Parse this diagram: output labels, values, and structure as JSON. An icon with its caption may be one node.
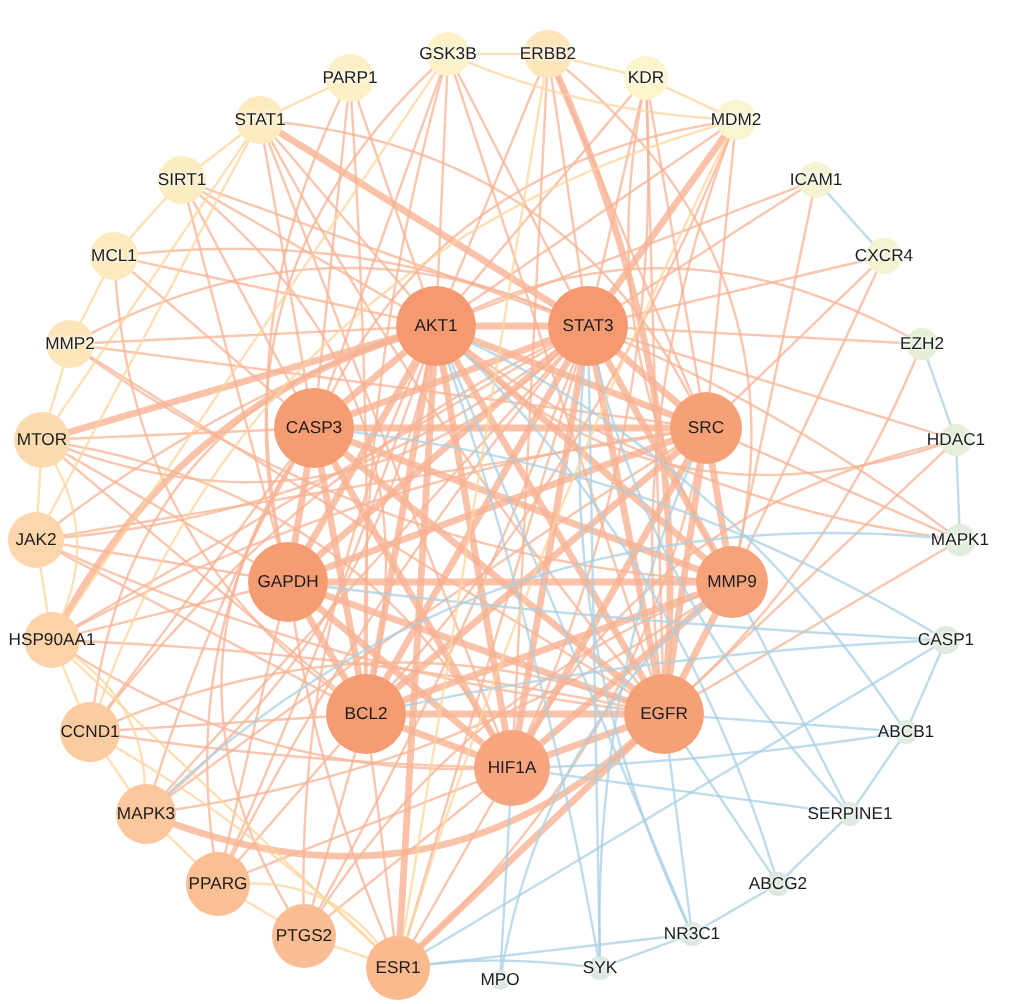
{
  "diagram": {
    "nodes": [
      {
        "text": [
          "GSK3B"
        ]
      },
      {
        "text": [
          "ERBB2"
        ]
      },
      {
        "text": [
          "KDR"
        ]
      },
      {
        "text": [
          "MDM2"
        ]
      },
      {
        "text": [
          "ICAM1"
        ]
      },
      {
        "text": [
          "CXCR4"
        ]
      },
      {
        "text": [
          "EZH2"
        ]
      },
      {
        "text": [
          "HDAC1"
        ]
      },
      {
        "text": [
          "MAPK1"
        ]
      },
      {
        "text": [
          "CASP1"
        ]
      },
      {
        "text": [
          "ABCB1"
        ]
      },
      {
        "text": [
          "SERPINE1"
        ]
      },
      {
        "text": [
          "ABCG2"
        ]
      },
      {
        "text": [
          "NR3C1"
        ]
      },
      {
        "text": [
          "SYK"
        ]
      },
      {
        "text": [
          "MPO"
        ]
      },
      {
        "text": [
          "ESR1"
        ]
      },
      {
        "text": [
          "PTGS2"
        ]
      },
      {
        "text": [
          "PPARG"
        ]
      },
      {
        "text": [
          "MAPK3"
        ]
      },
      {
        "text": [
          "CCND1"
        ]
      },
      {
        "text": [
          "HSP90AA1"
        ]
      },
      {
        "text": [
          "JAK2"
        ]
      },
      {
        "text": [
          "MTOR"
        ]
      },
      {
        "text": [
          "MMP2"
        ]
      },
      {
        "text": [
          "MCL1"
        ]
      },
      {
        "text": [
          "SIRT1"
        ]
      },
      {
        "text": [
          "STAT1"
        ]
      },
      {
        "text": [
          "PARP1"
        ]
      },
      {
        "text": [
          "AKT1"
        ]
      },
      {
        "text": [
          "STAT3"
        ]
      },
      {
        "text": [
          "CASP3"
        ]
      },
      {
        "text": [
          "SRC"
        ]
      },
      {
        "text": [
          "GAPDH"
        ]
      },
      {
        "text": [
          "MMP9"
        ]
      },
      {
        "text": [
          "BCL2"
        ]
      },
      {
        "text": [
          "EGFR"
        ]
      },
      {
        "text": [
          "HIF1A"
        ]
      }
    ],
    "edges": [
      {
        "from": 29,
        "to": 30,
        "arrow": "none",
        "style": "thick"
      },
      {
        "from": 29,
        "to": 31,
        "arrow": "none",
        "style": "thick"
      },
      {
        "from": 29,
        "to": 32,
        "arrow": "none",
        "style": "thick"
      },
      {
        "from": 29,
        "to": 33,
        "arrow": "none",
        "style": "thick"
      },
      {
        "from": 29,
        "to": 34,
        "arrow": "none",
        "style": "thick"
      },
      {
        "from": 29,
        "to": 35,
        "arrow": "none",
        "style": "thick"
      },
      {
        "from": 29,
        "to": 36,
        "arrow": "none",
        "style": "thick"
      },
      {
        "from": 29,
        "to": 37,
        "arrow": "none",
        "style": "thick"
      },
      {
        "from": 30,
        "to": 31,
        "arrow": "none",
        "style": "thick"
      },
      {
        "from": 30,
        "to": 32,
        "arrow": "none",
        "style": "thick"
      },
      {
        "from": 30,
        "to": 33,
        "arrow": "none",
        "style": "thick"
      },
      {
        "from": 30,
        "to": 34,
        "arrow": "none",
        "style": "thick"
      },
      {
        "from": 30,
        "to": 35,
        "arrow": "none",
        "style": "thick"
      },
      {
        "from": 30,
        "to": 36,
        "arrow": "none",
        "style": "thick"
      },
      {
        "from": 30,
        "to": 37,
        "arrow": "none",
        "style": "thick"
      },
      {
        "from": 31,
        "to": 32,
        "arrow": "none",
        "style": "thick"
      },
      {
        "from": 31,
        "to": 33,
        "arrow": "none",
        "style": "thick"
      },
      {
        "from": 31,
        "to": 34,
        "arrow": "none",
        "style": "thick"
      },
      {
        "from": 31,
        "to": 35,
        "arrow": "none",
        "style": "thick"
      },
      {
        "from": 31,
        "to": 36,
        "arrow": "none",
        "style": "thick"
      },
      {
        "from": 31,
        "to": 37,
        "arrow": "none",
        "style": "thick"
      },
      {
        "from": 32,
        "to": 33,
        "arrow": "none",
        "style": "thick"
      },
      {
        "from": 32,
        "to": 34,
        "arrow": "none",
        "style": "thick"
      },
      {
        "from": 32,
        "to": 35,
        "arrow": "none",
        "style": "thick"
      },
      {
        "from": 32,
        "to": 36,
        "arrow": "none",
        "style": "thick"
      },
      {
        "from": 32,
        "to": 37,
        "arrow": "none",
        "style": "thick"
      },
      {
        "from": 33,
        "to": 34,
        "arrow": "none",
        "style": "thick"
      },
      {
        "from": 33,
        "to": 35,
        "arrow": "none",
        "style": "thick"
      },
      {
        "from": 33,
        "to": 36,
        "arrow": "none",
        "style": "thick"
      },
      {
        "from": 33,
        "to": 37,
        "arrow": "none",
        "style": "thick"
      },
      {
        "from": 34,
        "to": 35,
        "arrow": "none",
        "style": "thick"
      },
      {
        "from": 34,
        "to": 36,
        "arrow": "none",
        "style": "thick"
      },
      {
        "from": 34,
        "to": 37,
        "arrow": "none",
        "style": "thick"
      },
      {
        "from": 35,
        "to": 36,
        "arrow": "none",
        "style": "thick"
      },
      {
        "from": 35,
        "to": 37,
        "arrow": "none",
        "style": "thick"
      },
      {
        "from": 36,
        "to": 37,
        "arrow": "none",
        "style": "thick"
      },
      {
        "from": 0,
        "to": 29,
        "arrow": "none"
      },
      {
        "from": 0,
        "to": 30,
        "arrow": "none"
      },
      {
        "from": 0,
        "to": 31,
        "arrow": "none"
      },
      {
        "from": 0,
        "to": 33,
        "arrow": "none"
      },
      {
        "from": 0,
        "to": 35,
        "arrow": "none"
      },
      {
        "from": 0,
        "to": 36,
        "arrow": "none"
      },
      {
        "from": 1,
        "to": 29,
        "arrow": "none"
      },
      {
        "from": 1,
        "to": 30,
        "arrow": "none"
      },
      {
        "from": 1,
        "to": 32,
        "arrow": "none"
      },
      {
        "from": 1,
        "to": 34,
        "arrow": "none"
      },
      {
        "from": 1,
        "to": 36,
        "arrow": "none",
        "style": "thick"
      },
      {
        "from": 1,
        "to": 37,
        "arrow": "none"
      },
      {
        "from": 2,
        "to": 29,
        "arrow": "none"
      },
      {
        "from": 2,
        "to": 30,
        "arrow": "none"
      },
      {
        "from": 2,
        "to": 32,
        "arrow": "none"
      },
      {
        "from": 2,
        "to": 34,
        "arrow": "none"
      },
      {
        "from": 2,
        "to": 36,
        "arrow": "none"
      },
      {
        "from": 2,
        "to": 37,
        "arrow": "none"
      },
      {
        "from": 3,
        "to": 29,
        "arrow": "none"
      },
      {
        "from": 3,
        "to": 30,
        "arrow": "none",
        "style": "thick"
      },
      {
        "from": 3,
        "to": 31,
        "arrow": "none"
      },
      {
        "from": 3,
        "to": 32,
        "arrow": "none"
      },
      {
        "from": 3,
        "to": 35,
        "arrow": "none"
      },
      {
        "from": 3,
        "to": 36,
        "arrow": "none"
      },
      {
        "from": 16,
        "to": 29,
        "arrow": "none",
        "style": "thick"
      },
      {
        "from": 16,
        "to": 30,
        "arrow": "none"
      },
      {
        "from": 16,
        "to": 32,
        "arrow": "none"
      },
      {
        "from": 16,
        "to": 33,
        "arrow": "none"
      },
      {
        "from": 16,
        "to": 35,
        "arrow": "none"
      },
      {
        "from": 16,
        "to": 36,
        "arrow": "none",
        "style": "thick"
      },
      {
        "from": 16,
        "to": 37,
        "arrow": "none"
      },
      {
        "from": 17,
        "to": 29,
        "arrow": "none"
      },
      {
        "from": 17,
        "to": 30,
        "arrow": "none"
      },
      {
        "from": 17,
        "to": 31,
        "arrow": "none"
      },
      {
        "from": 17,
        "to": 34,
        "arrow": "none"
      },
      {
        "from": 17,
        "to": 35,
        "arrow": "none"
      },
      {
        "from": 17,
        "to": 37,
        "arrow": "none"
      },
      {
        "from": 18,
        "to": 29,
        "arrow": "none"
      },
      {
        "from": 18,
        "to": 30,
        "arrow": "none"
      },
      {
        "from": 18,
        "to": 31,
        "arrow": "none"
      },
      {
        "from": 18,
        "to": 33,
        "arrow": "none"
      },
      {
        "from": 18,
        "to": 35,
        "arrow": "none"
      },
      {
        "from": 18,
        "to": 37,
        "arrow": "none"
      },
      {
        "from": 19,
        "to": 29,
        "arrow": "none"
      },
      {
        "from": 19,
        "to": 30,
        "arrow": "none"
      },
      {
        "from": 19,
        "to": 31,
        "arrow": "none"
      },
      {
        "from": 19,
        "to": 32,
        "arrow": "none"
      },
      {
        "from": 19,
        "to": 34,
        "arrow": "none"
      },
      {
        "from": 19,
        "to": 36,
        "arrow": "none",
        "style": "thick"
      },
      {
        "from": 20,
        "to": 29,
        "arrow": "none"
      },
      {
        "from": 20,
        "to": 30,
        "arrow": "none"
      },
      {
        "from": 20,
        "to": 31,
        "arrow": "none"
      },
      {
        "from": 20,
        "to": 35,
        "arrow": "none"
      },
      {
        "from": 20,
        "to": 36,
        "arrow": "none"
      },
      {
        "from": 20,
        "to": 37,
        "arrow": "none"
      },
      {
        "from": 21,
        "to": 29,
        "arrow": "none",
        "style": "thick"
      },
      {
        "from": 21,
        "to": 30,
        "arrow": "none"
      },
      {
        "from": 21,
        "to": 32,
        "arrow": "none"
      },
      {
        "from": 21,
        "to": 33,
        "arrow": "none"
      },
      {
        "from": 21,
        "to": 36,
        "arrow": "none"
      },
      {
        "from": 21,
        "to": 37,
        "arrow": "none"
      },
      {
        "from": 22,
        "to": 29,
        "arrow": "none"
      },
      {
        "from": 22,
        "to": 30,
        "arrow": "none"
      },
      {
        "from": 22,
        "to": 32,
        "arrow": "none"
      },
      {
        "from": 22,
        "to": 33,
        "arrow": "none"
      },
      {
        "from": 22,
        "to": 35,
        "arrow": "none"
      },
      {
        "from": 22,
        "to": 36,
        "arrow": "none"
      },
      {
        "from": 23,
        "to": 29,
        "arrow": "none",
        "style": "thick"
      },
      {
        "from": 23,
        "to": 30,
        "arrow": "none"
      },
      {
        "from": 23,
        "to": 31,
        "arrow": "none"
      },
      {
        "from": 23,
        "to": 33,
        "arrow": "none"
      },
      {
        "from": 23,
        "to": 35,
        "arrow": "none"
      },
      {
        "from": 23,
        "to": 37,
        "arrow": "none"
      },
      {
        "from": 24,
        "to": 29,
        "arrow": "none"
      },
      {
        "from": 24,
        "to": 30,
        "arrow": "none"
      },
      {
        "from": 24,
        "to": 32,
        "arrow": "none"
      },
      {
        "from": 24,
        "to": 34,
        "arrow": "none"
      },
      {
        "from": 24,
        "to": 36,
        "arrow": "none"
      },
      {
        "from": 25,
        "to": 29,
        "arrow": "none"
      },
      {
        "from": 25,
        "to": 30,
        "arrow": "none"
      },
      {
        "from": 25,
        "to": 31,
        "arrow": "none"
      },
      {
        "from": 25,
        "to": 35,
        "arrow": "none"
      },
      {
        "from": 26,
        "to": 29,
        "arrow": "none"
      },
      {
        "from": 26,
        "to": 30,
        "arrow": "none"
      },
      {
        "from": 26,
        "to": 31,
        "arrow": "none"
      },
      {
        "from": 26,
        "to": 33,
        "arrow": "none"
      },
      {
        "from": 26,
        "to": 35,
        "arrow": "none"
      },
      {
        "from": 27,
        "to": 29,
        "arrow": "none"
      },
      {
        "from": 27,
        "to": 30,
        "arrow": "none",
        "style": "thick"
      },
      {
        "from": 27,
        "to": 31,
        "arrow": "none"
      },
      {
        "from": 27,
        "to": 32,
        "arrow": "none"
      },
      {
        "from": 27,
        "to": 36,
        "arrow": "none"
      },
      {
        "from": 27,
        "to": 37,
        "arrow": "none"
      },
      {
        "from": 28,
        "to": 29,
        "arrow": "none"
      },
      {
        "from": 28,
        "to": 31,
        "arrow": "none"
      },
      {
        "from": 28,
        "to": 33,
        "arrow": "none"
      },
      {
        "from": 28,
        "to": 35,
        "arrow": "none"
      },
      {
        "from": 4,
        "to": 29,
        "arrow": "none"
      },
      {
        "from": 4,
        "to": 30,
        "arrow": "none"
      },
      {
        "from": 4,
        "to": 34,
        "arrow": "none"
      },
      {
        "from": 5,
        "to": 30,
        "arrow": "none"
      },
      {
        "from": 5,
        "to": 32,
        "arrow": "none"
      },
      {
        "from": 5,
        "to": 34,
        "arrow": "none"
      },
      {
        "from": 6,
        "to": 29,
        "arrow": "none"
      },
      {
        "from": 6,
        "to": 30,
        "arrow": "none"
      },
      {
        "from": 6,
        "to": 36,
        "arrow": "none"
      },
      {
        "from": 7,
        "to": 29,
        "arrow": "none"
      },
      {
        "from": 7,
        "to": 30,
        "arrow": "none"
      },
      {
        "from": 7,
        "to": 36,
        "arrow": "none"
      },
      {
        "from": 7,
        "to": 37,
        "arrow": "none"
      },
      {
        "from": 8,
        "to": 29,
        "arrow": "none"
      },
      {
        "from": 8,
        "to": 30,
        "arrow": "none"
      },
      {
        "from": 8,
        "to": 32,
        "arrow": "none"
      },
      {
        "from": 8,
        "to": 36,
        "arrow": "none"
      },
      {
        "from": 9,
        "to": 31,
        "arrow": "none",
        "color": "#a9d0e4"
      },
      {
        "from": 9,
        "to": 33,
        "arrow": "none",
        "color": "#a9d0e4"
      },
      {
        "from": 9,
        "to": 35,
        "arrow": "none",
        "color": "#a9d0e4"
      },
      {
        "from": 10,
        "to": 29,
        "arrow": "none",
        "color": "#a9d0e4"
      },
      {
        "from": 10,
        "to": 36,
        "arrow": "none",
        "color": "#a9d0e4"
      },
      {
        "from": 10,
        "to": 37,
        "arrow": "none",
        "color": "#a9d0e4"
      },
      {
        "from": 11,
        "to": 30,
        "arrow": "none",
        "color": "#a9d0e4"
      },
      {
        "from": 11,
        "to": 34,
        "arrow": "none",
        "color": "#a9d0e4"
      },
      {
        "from": 11,
        "to": 37,
        "arrow": "none",
        "color": "#a9d0e4"
      },
      {
        "from": 12,
        "to": 29,
        "arrow": "none",
        "color": "#a9d0e4"
      },
      {
        "from": 12,
        "to": 36,
        "arrow": "none",
        "color": "#a9d0e4"
      },
      {
        "from": 13,
        "to": 29,
        "arrow": "none",
        "color": "#a9d0e4"
      },
      {
        "from": 13,
        "to": 30,
        "arrow": "none",
        "color": "#a9d0e4"
      },
      {
        "from": 13,
        "to": 36,
        "arrow": "none",
        "color": "#a9d0e4"
      },
      {
        "from": 14,
        "to": 29,
        "arrow": "none",
        "color": "#a9d0e4"
      },
      {
        "from": 14,
        "to": 30,
        "arrow": "none",
        "color": "#a9d0e4"
      },
      {
        "from": 14,
        "to": 32,
        "arrow": "none",
        "color": "#a9d0e4"
      },
      {
        "from": 15,
        "to": 34,
        "arrow": "none",
        "color": "#a9d0e4"
      },
      {
        "from": 15,
        "to": 37,
        "arrow": "none",
        "color": "#a9d0e4"
      },
      {
        "from": 16,
        "to": 17,
        "arrow": "none",
        "color": "#fcd69c"
      },
      {
        "from": 17,
        "to": 18,
        "arrow": "none",
        "color": "#fcd69c"
      },
      {
        "from": 18,
        "to": 19,
        "arrow": "none",
        "color": "#fcd69c"
      },
      {
        "from": 19,
        "to": 20,
        "arrow": "none",
        "color": "#fcd69c"
      },
      {
        "from": 20,
        "to": 21,
        "arrow": "none",
        "color": "#fcd69c"
      },
      {
        "from": 21,
        "to": 22,
        "arrow": "none",
        "color": "#fcd69c"
      },
      {
        "from": 22,
        "to": 23,
        "arrow": "none",
        "color": "#fcd69c"
      },
      {
        "from": 23,
        "to": 24,
        "arrow": "none",
        "color": "#fcd69c"
      },
      {
        "from": 16,
        "to": 18,
        "arrow": "none",
        "color": "#fcd69c"
      },
      {
        "from": 16,
        "to": 20,
        "arrow": "none",
        "color": "#fcd69c"
      },
      {
        "from": 16,
        "to": 21,
        "arrow": "none",
        "color": "#fcd69c"
      },
      {
        "from": 19,
        "to": 21,
        "arrow": "none",
        "color": "#fcd69c"
      },
      {
        "from": 21,
        "to": 23,
        "arrow": "none",
        "color": "#fcd69c"
      },
      {
        "from": 22,
        "to": 27,
        "arrow": "none",
        "color": "#fcd69c"
      },
      {
        "from": 27,
        "to": 28,
        "arrow": "none",
        "color": "#fcd69c"
      },
      {
        "from": 26,
        "to": 27,
        "arrow": "none",
        "color": "#fcd69c"
      },
      {
        "from": 0,
        "to": 1,
        "arrow": "none",
        "color": "#fcd69c"
      },
      {
        "from": 1,
        "to": 2,
        "arrow": "none",
        "color": "#fcd69c"
      },
      {
        "from": 2,
        "to": 3,
        "arrow": "none",
        "color": "#fcd69c"
      },
      {
        "from": 0,
        "to": 3,
        "arrow": "none",
        "color": "#fcd69c"
      },
      {
        "from": 0,
        "to": 21,
        "arrow": "none",
        "color": "#fcd69c"
      },
      {
        "from": 23,
        "to": 27,
        "arrow": "none",
        "color": "#fcd69c"
      },
      {
        "from": 1,
        "to": 16,
        "arrow": "none",
        "color": "#fcd69c"
      },
      {
        "from": 3,
        "to": 16,
        "arrow": "none",
        "color": "#fcd69c"
      },
      {
        "from": 3,
        "to": 20,
        "arrow": "none",
        "color": "#fcd69c"
      },
      {
        "from": 24,
        "to": 25,
        "arrow": "none",
        "color": "#fcd69c"
      },
      {
        "from": 25,
        "to": 26,
        "arrow": "none",
        "color": "#fcd69c"
      },
      {
        "from": 13,
        "to": 16,
        "arrow": "none",
        "color": "#a9d0e4"
      },
      {
        "from": 14,
        "to": 16,
        "arrow": "none",
        "color": "#a9d0e4"
      },
      {
        "from": 13,
        "to": 14,
        "arrow": "none",
        "color": "#a9d0e4"
      },
      {
        "from": 11,
        "to": 12,
        "arrow": "none",
        "color": "#a9d0e4"
      },
      {
        "from": 10,
        "to": 11,
        "arrow": "none",
        "color": "#a9d0e4"
      },
      {
        "from": 9,
        "to": 10,
        "arrow": "none",
        "color": "#a9d0e4"
      },
      {
        "from": 7,
        "to": 8,
        "arrow": "none",
        "color": "#a9d0e4"
      },
      {
        "from": 6,
        "to": 7,
        "arrow": "none",
        "color": "#a9d0e4"
      },
      {
        "from": 4,
        "to": 5,
        "arrow": "none",
        "color": "#a9d0e4"
      },
      {
        "from": 8,
        "to": 19,
        "arrow": "none",
        "color": "#a9d0e4"
      },
      {
        "from": 12,
        "to": 13,
        "arrow": "none",
        "color": "#a9d0e4"
      },
      {
        "from": 9,
        "to": 16,
        "arrow": "none",
        "color": "#a9d0e4"
      }
    ]
  }
}
